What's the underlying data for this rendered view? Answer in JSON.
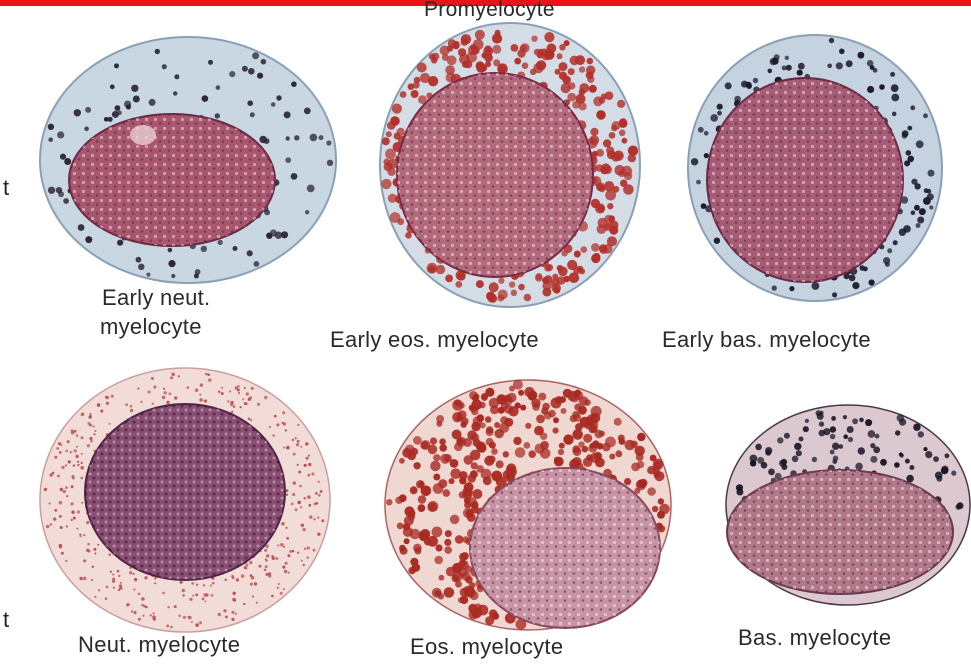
{
  "header": {
    "title": "Promyelocyte",
    "accent_bar_color": "#e8141c"
  },
  "edge_marks": [
    "t",
    "t"
  ],
  "cells": [
    {
      "id": "early-neut",
      "label_lines": [
        "Early neut.",
        "myelocyte"
      ],
      "granule_color": "#2a2433",
      "cytoplasm_color": "#c9d7e3",
      "nucleus_color": "#a8576e"
    },
    {
      "id": "early-eos",
      "label_lines": [
        "Early eos. myelocyte"
      ],
      "granule_color": "#b2302a",
      "cytoplasm_color": "#d4dce6",
      "nucleus_color": "#b26a7c"
    },
    {
      "id": "early-bas",
      "label_lines": [
        "Early bas. myelocyte"
      ],
      "granule_color": "#1d1b2e",
      "cytoplasm_color": "#c5d2e0",
      "nucleus_color": "#a55c74"
    },
    {
      "id": "neut",
      "label_lines": [
        "Neut. myelocyte"
      ],
      "granule_color": "#b85050",
      "cytoplasm_color": "#f2dcd8",
      "nucleus_color": "#8a4f72"
    },
    {
      "id": "eos",
      "label_lines": [
        "Eos. myelocyte"
      ],
      "granule_color": "#a82a22",
      "cytoplasm_color": "#f0d8d2",
      "nucleus_color": "#c694a4"
    },
    {
      "id": "bas",
      "label_lines": [
        "Bas. myelocyte"
      ],
      "granule_color": "#1a1828",
      "cytoplasm_color": "#dcc9d0",
      "nucleus_color": "#b07888"
    }
  ]
}
